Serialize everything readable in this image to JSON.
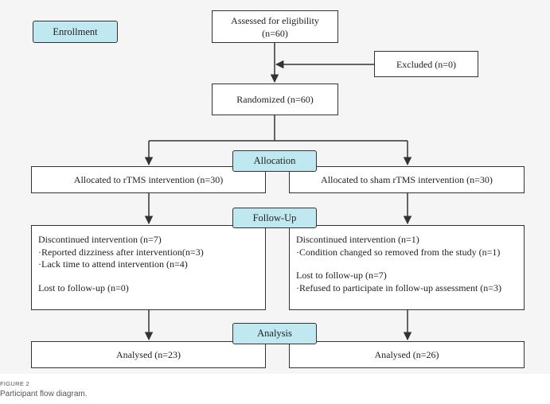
{
  "stages": {
    "enrollment": "Enrollment",
    "allocation": "Allocation",
    "follow_up": "Follow-Up",
    "analysis": "Analysis"
  },
  "assessed": {
    "line1": "Assessed for eligibility",
    "line2": "(n=60)"
  },
  "excluded": "Excluded  (n=0)",
  "randomized": "Randomized (n=60)",
  "allocated": {
    "left": "Allocated to rTMS intervention (n=30)",
    "right": "Allocated to sham rTMS intervention (n=30)"
  },
  "followup": {
    "left": {
      "discontinued": "Discontinued intervention (n=7)",
      "reason1": "·Reported dizziness after intervention(n=3)",
      "reason2": "·Lack time to attend intervention (n=4)",
      "lost": "Lost to follow-up (n=0)"
    },
    "right": {
      "discontinued": "Discontinued intervention (n=1)",
      "reason1": "·Condition changed so removed from the study (n=1)",
      "lost": "Lost to follow-up (n=7)",
      "reason2": "·Refused to participate in follow-up assessment (n=3)"
    }
  },
  "analysed": {
    "left": "Analysed (n=23)",
    "right": "Analysed (n=26)"
  },
  "caption": {
    "label": "FIGURE 2",
    "text": "Participant flow diagram."
  },
  "colors": {
    "stage_fill": "#bfe8f0",
    "background": "#f5f5f5",
    "stroke": "#333333"
  }
}
